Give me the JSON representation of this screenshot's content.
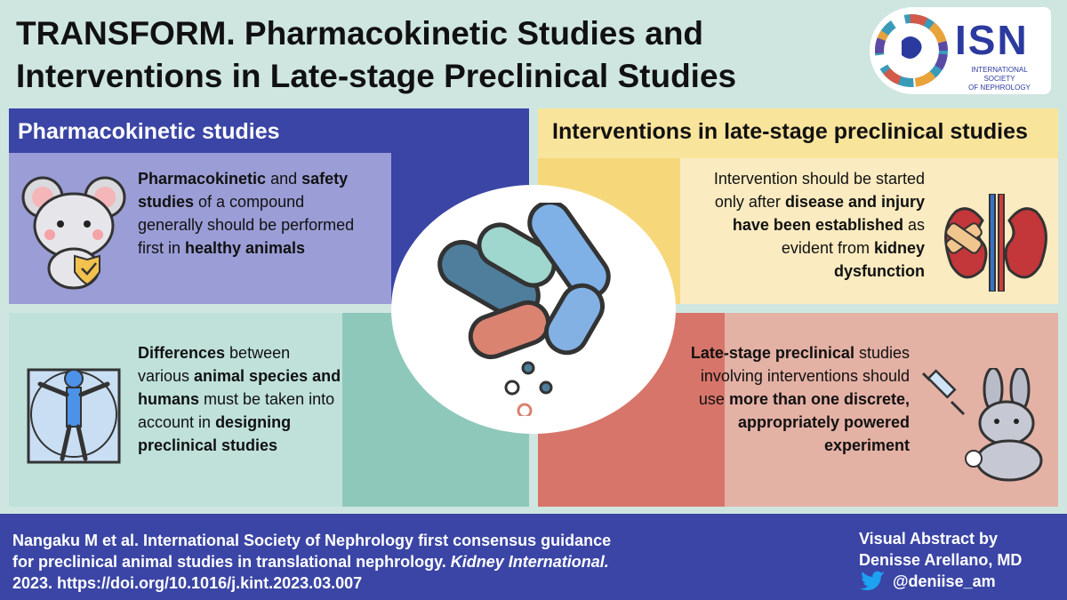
{
  "title": {
    "line1": "TRANSFORM. Pharmacokinetic Studies and",
    "line2": "Interventions in Late-stage Preclinical Studies"
  },
  "logo": {
    "abbr": "ISN",
    "line1": "INTERNATIONAL SOCIETY",
    "line2": "OF NEPHROLOGY"
  },
  "panels": {
    "top_left": {
      "heading": "Pharmacokinetic studies",
      "b1": "Pharmacokinetic",
      "t1": " and ",
      "b2": "safety studies",
      "t2": " of a compound generally should be performed first in ",
      "b3": "healthy animals"
    },
    "top_right": {
      "heading": "Interventions in late-stage preclinical studies",
      "t1": "Intervention should be started only after ",
      "b1": "disease and injury have been established",
      "t2": " as evident from ",
      "b2": "kidney dysfunction"
    },
    "bottom_left": {
      "b1": "Differences",
      "t1": " between various ",
      "b2": "animal species and humans",
      "t2": " must be taken into account in ",
      "b3": "designing preclinical studies"
    },
    "bottom_right": {
      "b1": "Late-stage preclinical",
      "t1": " studies involving interventions should use ",
      "b2": "more than one discrete, appropriately powered experiment"
    }
  },
  "footer": {
    "cite_1": "Nangaku M et al. International Society of Nephrology first consensus guidance for preclinical animal studies in translational nephrology. ",
    "cite_journal": "Kidney International.",
    "cite_2": " 2023. https://doi.org/10.1016/j.kint.2023.03.007",
    "credit_1": "Visual Abstract by",
    "credit_2": "Denisse Arellano, MD",
    "handle": "@deniise_am"
  },
  "colors": {
    "navy": "#3a45a5",
    "lavender": "#9b9dd6",
    "yellow": "#f6d77a",
    "teal": "#8ec8bb",
    "salmon": "#d7756a"
  }
}
